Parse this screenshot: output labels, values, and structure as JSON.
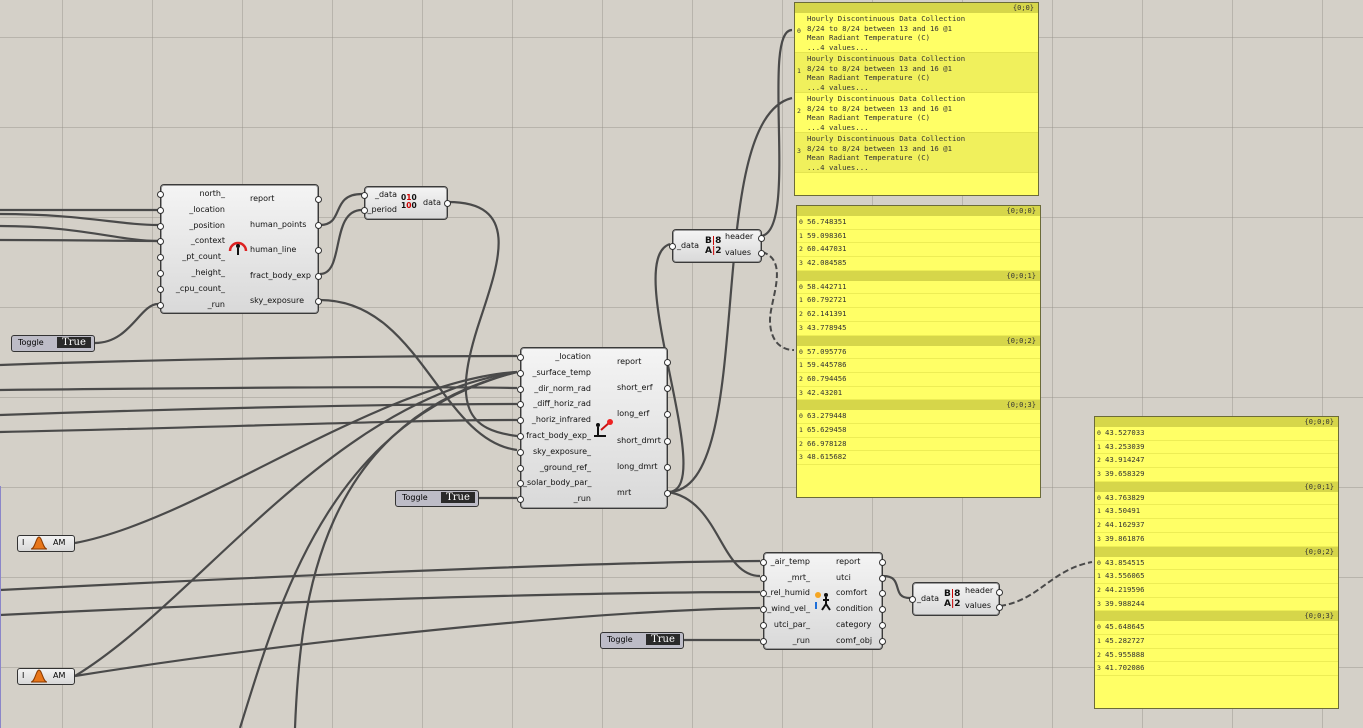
{
  "components": {
    "human_to_sky": {
      "inputs": [
        "north_",
        "_location",
        "_position",
        "_context",
        "_pt_count_",
        "_height_",
        "_cpu_count_",
        "_run"
      ],
      "outputs": [
        "report",
        "human_points",
        "human_line",
        "fract_body_exp",
        "sky_exposure"
      ],
      "icon": "human-sky-icon"
    },
    "period_filter": {
      "inputs": [
        "_data",
        "_period"
      ],
      "outputs": [
        "data"
      ],
      "icon_text": "010\n100"
    },
    "deconstruct_1": {
      "inputs": [
        "_data"
      ],
      "outputs": [
        "header",
        "values"
      ],
      "icon_text": "B 8\nA 2"
    },
    "solar_mrt": {
      "inputs": [
        "_location",
        "_surface_temp",
        "_dir_norm_rad",
        "_diff_horiz_rad",
        "_horiz_infrared",
        "fract_body_exp_",
        "sky_exposure_",
        "_ground_ref_",
        "_solar_body_par_",
        "_run"
      ],
      "outputs": [
        "report",
        "short_erf",
        "long_erf",
        "short_dmrt",
        "long_dmrt",
        "mrt"
      ],
      "icon": "solar-mrt-icon"
    },
    "utci": {
      "inputs": [
        "_air_temp",
        "_mrt_",
        "_rel_humid",
        "_wind_vel_",
        "utci_par_",
        "_run"
      ],
      "outputs": [
        "report",
        "utci",
        "comfort",
        "condition",
        "category",
        "comf_obj"
      ],
      "icon": "utci-icon"
    },
    "deconstruct_2": {
      "inputs": [
        "_data"
      ],
      "outputs": [
        "header",
        "values"
      ],
      "icon_text": "B 8\nA 2"
    }
  },
  "toggles": [
    {
      "label": "Toggle",
      "value": "True"
    },
    {
      "label": "Toggle",
      "value": "True"
    },
    {
      "label": "Toggle",
      "value": "True"
    }
  ],
  "minis": [
    {
      "left": "I",
      "right": "AM",
      "icon": "dist-icon"
    },
    {
      "left": "I",
      "right": "AM",
      "icon": "dist-icon"
    }
  ],
  "panel_header": {
    "path": "{0;0}",
    "items": [
      {
        "idx": "0",
        "lines": [
          "Hourly Discontinuous Data Collection",
          "8/24 to 8/24 between 13 and 16 @1",
          "Mean Radiant Temperature (C)",
          "...4 values..."
        ]
      },
      {
        "idx": "1",
        "lines": [
          "Hourly Discontinuous Data Collection",
          "8/24 to 8/24 between 13 and 16 @1",
          "Mean Radiant Temperature (C)",
          "...4 values..."
        ]
      },
      {
        "idx": "2",
        "lines": [
          "Hourly Discontinuous Data Collection",
          "8/24 to 8/24 between 13 and 16 @1",
          "Mean Radiant Temperature (C)",
          "...4 values..."
        ]
      },
      {
        "idx": "3",
        "lines": [
          "Hourly Discontinuous Data Collection",
          "8/24 to 8/24 between 13 and 16 @1",
          "Mean Radiant Temperature (C)",
          "...4 values..."
        ]
      }
    ]
  },
  "panel_mrt": {
    "groups": [
      {
        "path": "{0;0;0}",
        "values": [
          "56.748351",
          "59.098361",
          "60.447031",
          "42.084585"
        ]
      },
      {
        "path": "{0;0;1}",
        "values": [
          "58.442711",
          "60.792721",
          "62.141391",
          "43.778945"
        ]
      },
      {
        "path": "{0;0;2}",
        "values": [
          "57.095776",
          "59.445786",
          "60.794456",
          "42.43201"
        ]
      },
      {
        "path": "{0;0;3}",
        "values": [
          "63.279448",
          "65.629458",
          "66.978128",
          "48.615682"
        ]
      }
    ]
  },
  "panel_utci": {
    "groups": [
      {
        "path": "{0;0;0}",
        "values": [
          "43.527033",
          "43.253039",
          "43.914247",
          "39.658329"
        ]
      },
      {
        "path": "{0;0;1}",
        "values": [
          "43.763829",
          "43.50491",
          "44.162937",
          "39.861876"
        ]
      },
      {
        "path": "{0;0;2}",
        "values": [
          "43.854515",
          "43.556065",
          "44.219596",
          "39.988244"
        ]
      },
      {
        "path": "{0;0;3}",
        "values": [
          "45.648645",
          "45.282727",
          "45.955888",
          "41.702086"
        ]
      }
    ]
  }
}
